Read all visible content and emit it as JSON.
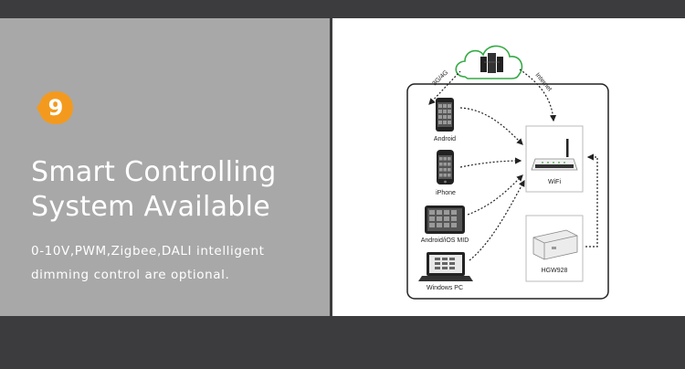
{
  "badge": {
    "number": "9",
    "color": "#f39a1e"
  },
  "headline": {
    "line1": "Smart Controlling",
    "line2": "System Available"
  },
  "description": {
    "line1": "0-10V,PWM,Zigbee,DALI intelligent",
    "line2": "dimming control are optional."
  },
  "diagram": {
    "cloud_link_left": "3G/4G",
    "cloud_link_right": "Internet",
    "devices": {
      "android": "Android",
      "iphone": "iPhone",
      "tablet": "Android/iOS MID",
      "pc": "Windows PC",
      "wifi": "WiFi",
      "gateway": "HGW928"
    }
  },
  "colors": {
    "left_panel": "#a8a8a9",
    "band": "#3c3c3e",
    "text": "#ffffff"
  }
}
